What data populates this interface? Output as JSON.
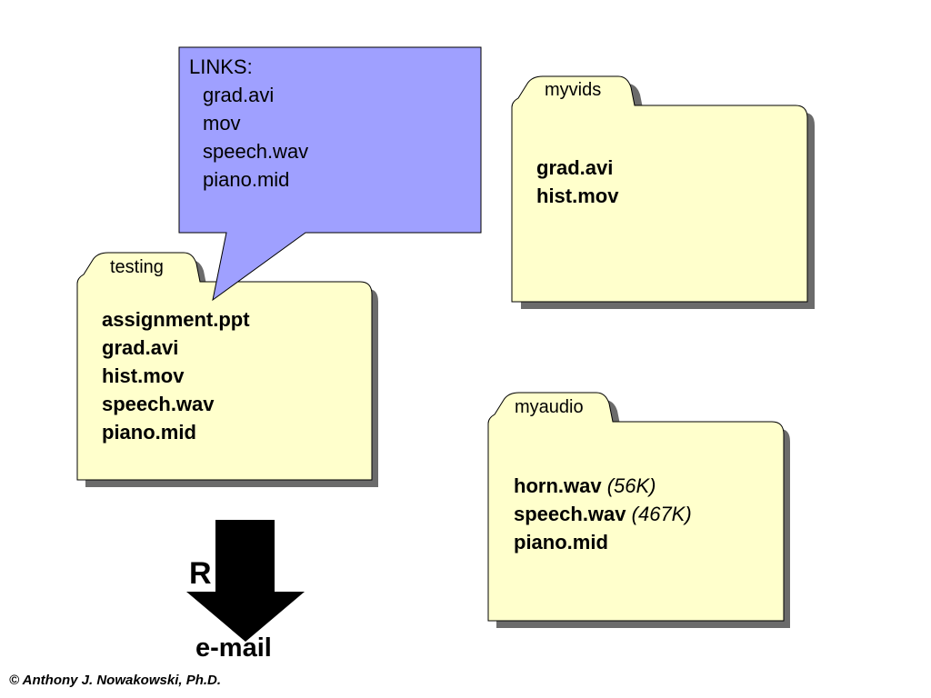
{
  "callout": {
    "title": "LINKS:",
    "items": [
      "grad.avi",
      "mov",
      "speech.wav",
      "piano.mid"
    ]
  },
  "folders": {
    "testing": {
      "tab": "testing",
      "files": [
        {
          "name": "assignment.ppt"
        },
        {
          "name": "grad.avi"
        },
        {
          "name": "hist.mov"
        },
        {
          "name": "speech.wav"
        },
        {
          "name": "piano.mid"
        }
      ]
    },
    "myvids": {
      "tab": "myvids",
      "files": [
        {
          "name": "grad.avi"
        },
        {
          "name": "hist.mov"
        }
      ]
    },
    "myaudio": {
      "tab": "myaudio",
      "files": [
        {
          "name": "horn.wav",
          "size": "(56K)"
        },
        {
          "name": "speech.wav",
          "size": "(467K)"
        },
        {
          "name": "piano.mid"
        }
      ]
    }
  },
  "arrow_partial_text": "R",
  "email_label": "e-mail",
  "copyright": "©  Anthony J. Nowakowski, Ph.D.",
  "colors": {
    "folder_fill": "#ffffcc",
    "folder_shadow": "#6b6b6b",
    "callout_fill": "#9fa0ff",
    "arrow_fill": "#000000"
  }
}
